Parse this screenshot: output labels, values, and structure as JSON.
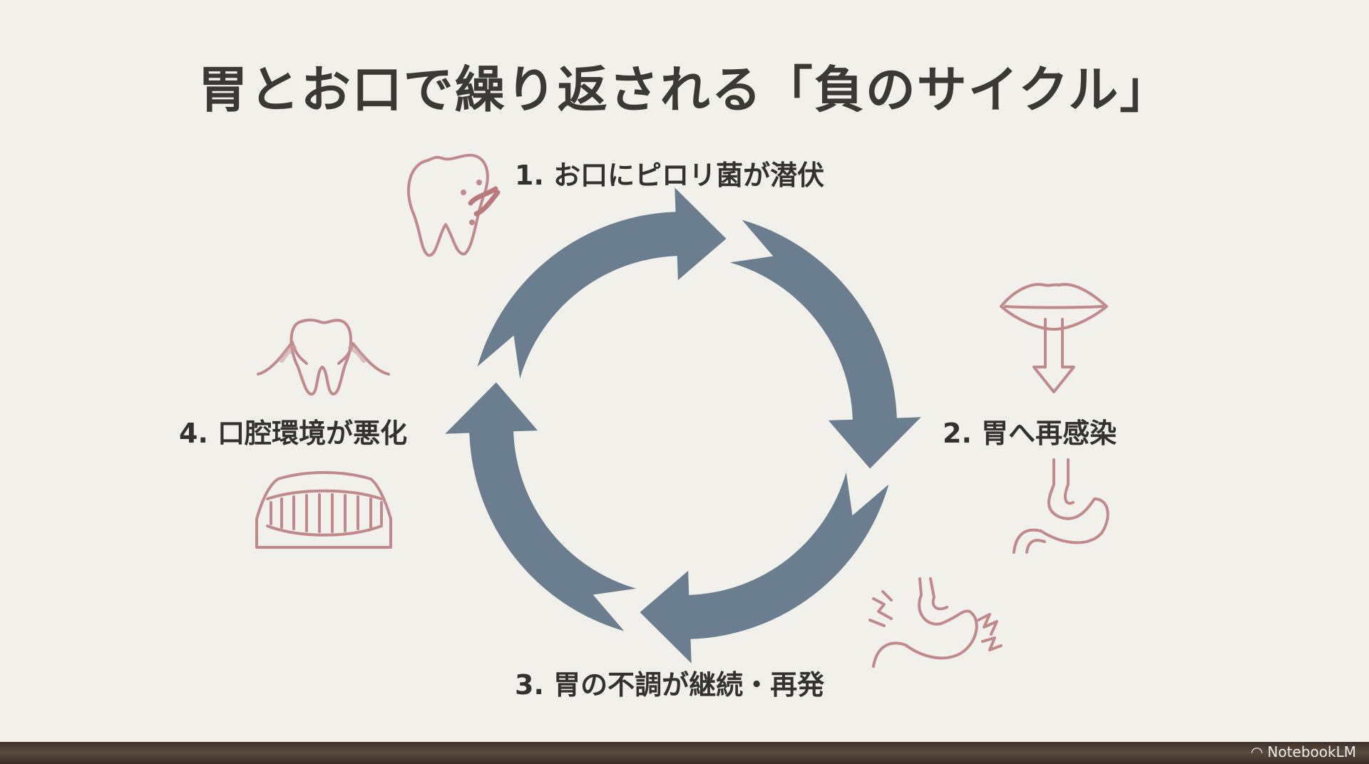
{
  "title": "胃とお口で繰り返される「負のサイクル」",
  "steps": [
    {
      "label": "1. お口にピロリ菌が潜伏",
      "icon": "tooth-bacteria-icon"
    },
    {
      "label": "2. 胃へ再感染",
      "icon": "lips-down-arrow-icon"
    },
    {
      "label": "3. 胃の不調が継続・再発",
      "icon": "stomach-pain-icon"
    },
    {
      "label": "4. 口腔環境が悪化",
      "icon": "tooth-gum-icon"
    }
  ],
  "colors": {
    "arrow": "#6b7e8f",
    "icon": "#c08a8c",
    "background": "#f1f0eb"
  },
  "footer": {
    "brand": "NotebookLM"
  }
}
